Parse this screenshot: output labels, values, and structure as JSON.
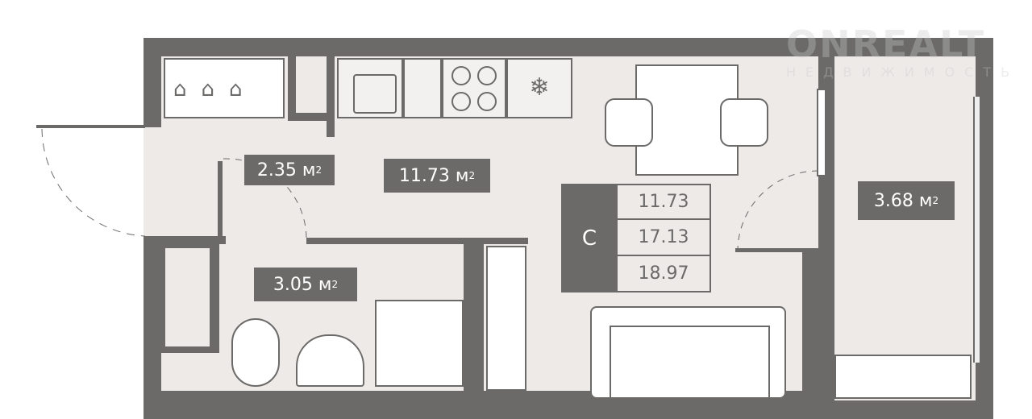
{
  "rooms": {
    "hall": {
      "area": "2.35",
      "unit": "м"
    },
    "kitchen_living": {
      "area": "11.73",
      "unit": "м"
    },
    "bathroom": {
      "area": "3.05",
      "unit": "м"
    },
    "balcony": {
      "area": "3.68",
      "unit": "м"
    }
  },
  "summary": {
    "label": "С",
    "values": [
      "11.73",
      "17.13",
      "18.97"
    ]
  },
  "watermark": {
    "brand": "ONREALT",
    "subtitle": "НЕДВИЖИМОСТЬ"
  },
  "colors": {
    "wall": "#6b6a69",
    "floor": "#eeeae8"
  }
}
